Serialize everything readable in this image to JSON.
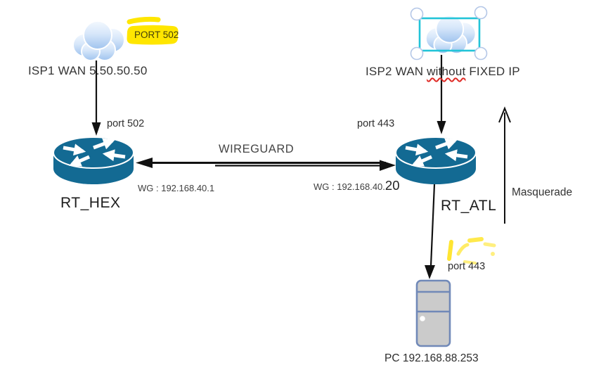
{
  "colors": {
    "background": "#ffffff",
    "router_fill": "#136a93",
    "cloud_light": "#f3f8fe",
    "cloud_dark": "#9fc3ee",
    "selection_cyan": "#22c4d8",
    "handle_border": "#b4c7e7",
    "highlight_yellow": "#ffe600",
    "pc_fill": "#cbcbcb",
    "pc_border": "#7189b8",
    "squiggle_red": "#df2b26",
    "arrow_black": "#111111",
    "text_gray": "#3b3b3b"
  },
  "nodes": {
    "isp1": {
      "label": "ISP1 WAN 5.50.50.50",
      "highlight": "PORT 502"
    },
    "isp2": {
      "label_start": "ISP2 WAN ",
      "label_misspelled": "without",
      "label_end": " FIXED IP"
    },
    "router_hex": {
      "name": "RT_HEX",
      "port": "port 502",
      "wg_ip": "WG : 192.168.40.1"
    },
    "router_atl": {
      "name": "RT_ATL",
      "port": "port 443",
      "wg_ip_prefix": "WG : 192.168.40.",
      "wg_ip_emphasis": "20"
    },
    "tunnel": {
      "label": "WIREGUARD"
    },
    "nat": {
      "label": "Masquerade"
    },
    "pc": {
      "label": "PC 192.168.88.253",
      "port": "port 443"
    }
  }
}
